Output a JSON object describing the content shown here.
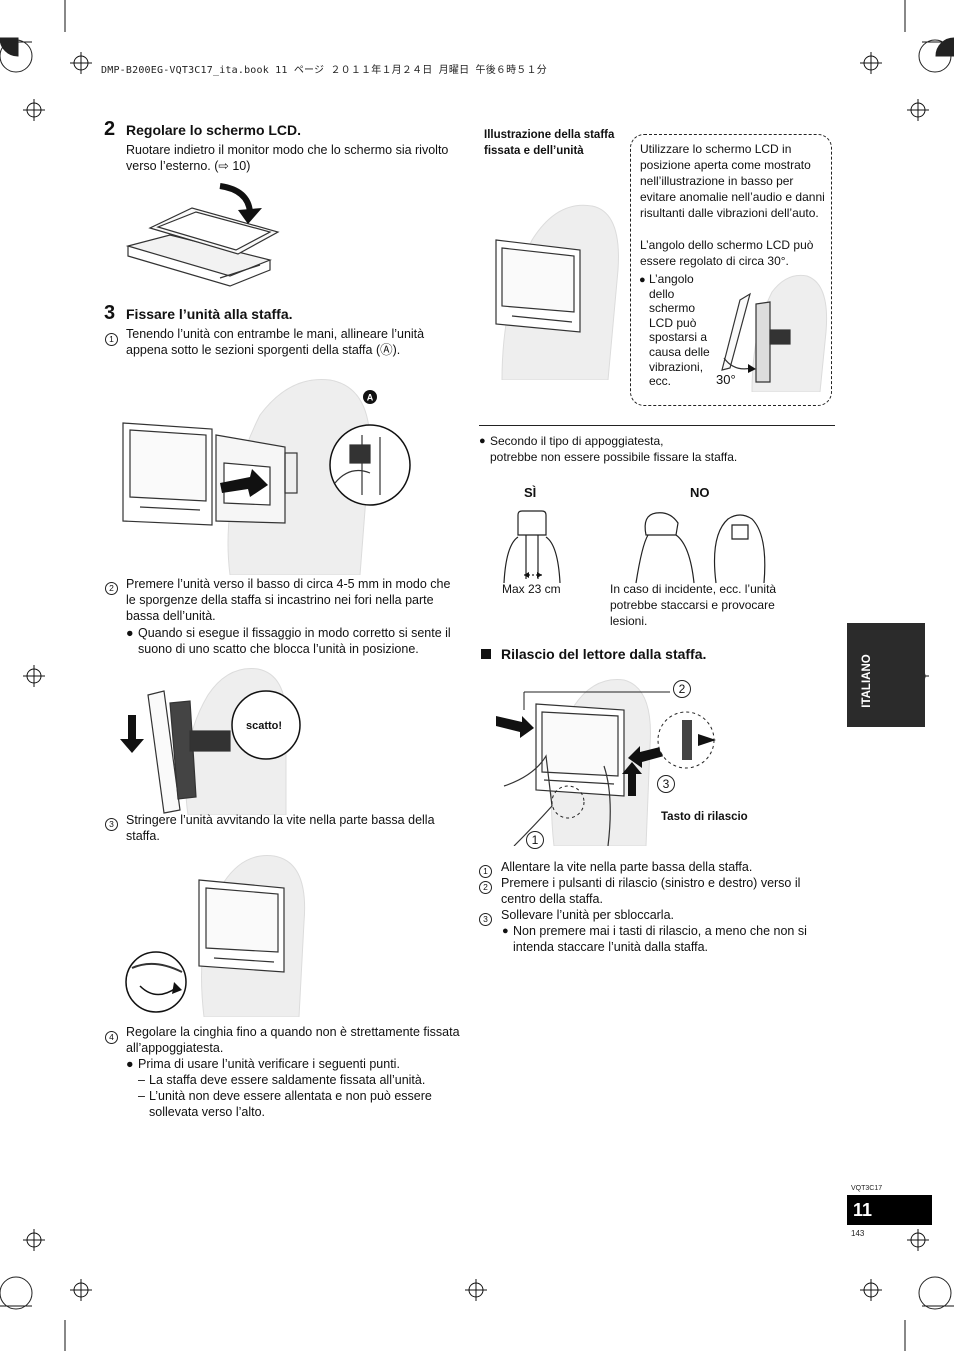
{
  "header": {
    "file_line": "DMP-B200EG-VQT3C17_ita.book  11 ページ  ２０１１年１月２４日  月曜日  午後６時５１分"
  },
  "step2": {
    "number": "2",
    "title": "Regolare lo schermo LCD.",
    "body": "Ruotare indietro il monitor modo che lo schermo sia rivolto verso l’esterno. (⇨ 10)"
  },
  "step3": {
    "number": "3",
    "title": "Fissare l’unità alla staffa.",
    "items": [
      {
        "num": "1",
        "text": "Tenendo l’unità con entrambe le mani, allineare l’unità appena sotto le sezioni sporgenti della staffa (Ⓐ)."
      },
      {
        "num": "2",
        "text": "Premere l’unità verso il basso di circa 4-5 mm in modo che le sporgenze della staffa si incastrino nei fori nella parte bassa dell’unità."
      },
      {
        "num": "3",
        "text": "Stringere l’unità avvitando la vite nella parte bassa della staffa."
      },
      {
        "num": "4",
        "text": "Regolare la cinghia fino a quando non è strettamente fissata all’appoggiatesta."
      }
    ],
    "bullet_click": "Quando si esegue il fissaggio in modo corretto si sente il suono di uno scatto che blocca l’unità in posizione.",
    "bullet_check": "Prima di usare l’unità verificare i seguenti punti.",
    "dash1": "La staffa deve essere saldamente fissata all’unità.",
    "dash2": "L’unità non deve essere allentata e non può essere sollevata verso l’alto.",
    "label_a": "A",
    "label_scatto": "scatto!"
  },
  "illustration": {
    "caption": "Illustrazione della staffa fissata e dell’unità",
    "note": "Utilizzare lo schermo LCD in posizione aperta come mostrato nell’illustrazione in basso per evitare anomalie nell’audio e danni risultanti dalle vibrazioni dell’auto.",
    "angle_note": "L’angolo dello schermo LCD può essere regolato di circa 30°.",
    "bullet_shift": "L’angolo dello schermo LCD può spostarsi a causa delle vibrazioni, ecc.",
    "angle_label": "30°"
  },
  "headrest": {
    "note_line1": "Secondo il tipo di appoggiatesta,",
    "note_line2": "potrebbe non essere possibile fissare la staffa.",
    "yes_label": "SÌ",
    "no_label": "NO",
    "max_label": "Max 23 cm",
    "no_caption": "In caso di incidente, ecc. l’unità potrebbe staccarsi e provocare lesioni."
  },
  "release": {
    "title": "Rilascio del lettore dalla staffa.",
    "button_label": "Tasto di rilascio",
    "callouts": [
      "1",
      "2",
      "3"
    ],
    "items": [
      {
        "num": "1",
        "text": "Allentare la vite nella parte bassa della staffa."
      },
      {
        "num": "2",
        "text": "Premere i pulsanti di rilascio (sinistro e destro) verso il centro della staffa."
      },
      {
        "num": "3",
        "text": "Sollevare l’unità per sbloccarla."
      }
    ],
    "bullet": "Non premere mai i tasti di rilascio, a meno che non si intenda staccare l’unità dalla staffa."
  },
  "side_tab": {
    "label": "ITALIANO"
  },
  "footer": {
    "code": "VQT3C17",
    "page": "11",
    "page_sub": "143"
  },
  "colors": {
    "tab_bg": "#2b2b2b",
    "page_box": "#000000",
    "rule": "#222222"
  }
}
